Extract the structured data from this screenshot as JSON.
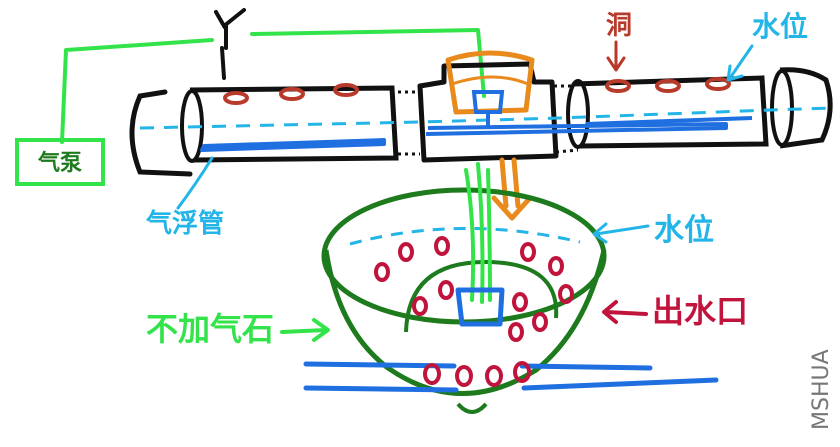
{
  "labels": {
    "air_pump": "气泵",
    "air_tube": "气浮管",
    "hole": "洞",
    "water_level_top": "水位",
    "water_level_bowl": "水位",
    "outlet": "出水口",
    "no_airstone": "不加气石",
    "signature": "MSHUA"
  },
  "colors": {
    "green": "#33e34a",
    "dark_green": "#1d7a1d",
    "cyan": "#23b4e8",
    "blue": "#1f6fe0",
    "orange": "#e88a1c",
    "red_brown": "#b83a2a",
    "crimson": "#c0143c",
    "black": "#111111"
  }
}
